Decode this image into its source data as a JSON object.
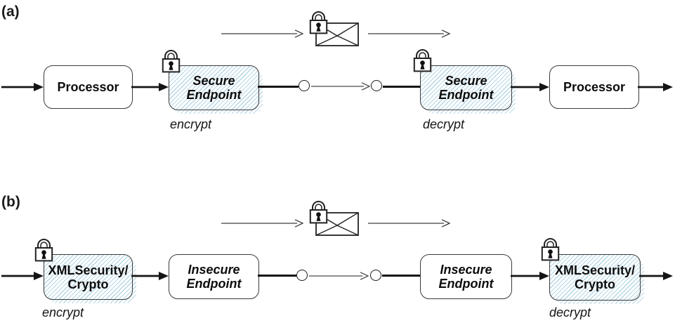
{
  "colors": {
    "background": "#ffffff",
    "secure_hatch": "#b6d7e6",
    "flow_line": "#141414",
    "thin_arrow": "#3f3f3f",
    "box_border": "#3a3a3a"
  },
  "icons": {
    "padlock": "padlock-icon (svg lock with keyhole)",
    "envelope": "envelope-icon (svg sealed message)",
    "channel_endpoint": "small circle connector"
  },
  "section_a": {
    "label": "(a)",
    "encrypt": "encrypt",
    "decrypt": "decrypt",
    "processor_left": [
      "Processor"
    ],
    "secure_endpoint_left": [
      "Secure",
      "Endpoint"
    ],
    "secure_endpoint_right": [
      "Secure",
      "Endpoint"
    ],
    "processor_right": [
      "Processor"
    ]
  },
  "section_b": {
    "label": "(b)",
    "encrypt": "encrypt",
    "decrypt": "decrypt",
    "crypto_left": [
      "XMLSecurity/",
      "Crypto"
    ],
    "insecure_endpoint_left": [
      "Insecure",
      "Endpoint"
    ],
    "insecure_endpoint_right": [
      "Insecure",
      "Endpoint"
    ],
    "crypto_right": [
      "XMLSecurity/",
      "Crypto"
    ]
  }
}
